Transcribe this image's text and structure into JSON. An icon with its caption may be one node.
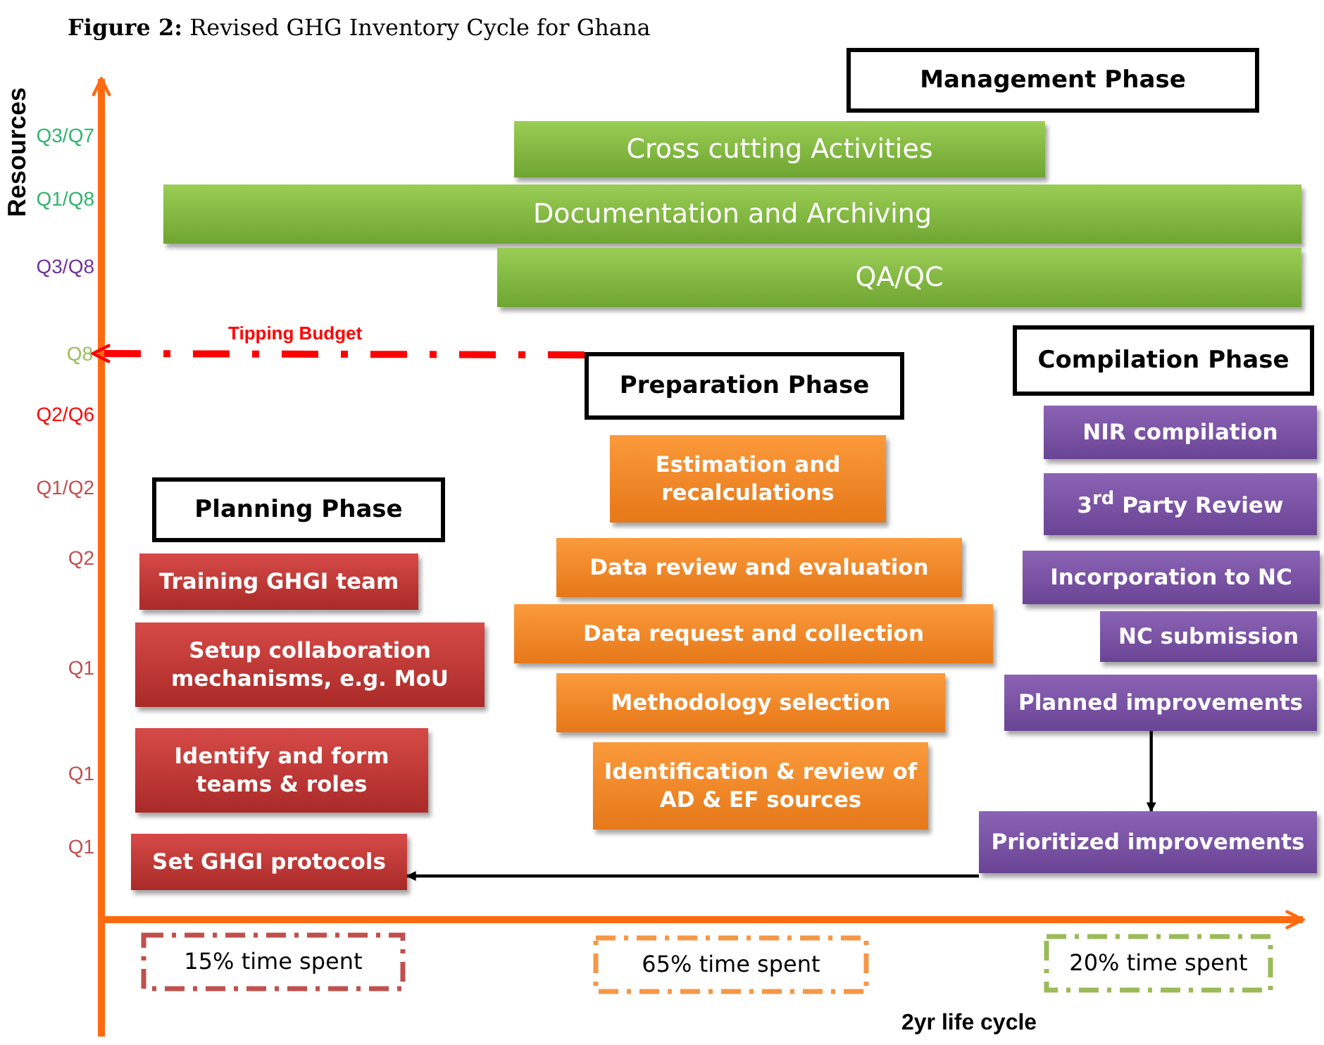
{
  "diagram": {
    "title": "**Figure 2:** Revised GHG Inventory Cycle for Ghana",
    "nodes": [
      {
        "text": [
          "Management Phase"
        ]
      },
      {
        "text": [
          "Cross cutting Activities"
        ]
      },
      {
        "text": [
          "Documentation and Archiving"
        ]
      },
      {
        "text": [
          "QA/QC"
        ]
      },
      {
        "text": [
          "Planning Phase"
        ]
      },
      {
        "text": [
          "Training GHGI team"
        ]
      },
      {
        "text": [
          "Setup collaboration mechanisms, e.g. MoU"
        ]
      },
      {
        "text": [
          "Identify and form teams & roles"
        ]
      },
      {
        "text": [
          "Set GHGI protocols"
        ]
      },
      {
        "text": [
          "Preparation Phase"
        ]
      },
      {
        "text": [
          "Estimation and recalculations"
        ]
      },
      {
        "text": [
          "Data review and evaluation"
        ]
      },
      {
        "text": [
          "Data request and collection"
        ]
      },
      {
        "text": [
          "Methodology selection"
        ]
      },
      {
        "text": [
          "Identification & review of AD & EF sources"
        ]
      },
      {
        "text": [
          "Compilation Phase"
        ]
      },
      {
        "text": [
          "NIR compilation"
        ]
      },
      {
        "text": [
          "3$^{rd}$ Party Review"
        ]
      },
      {
        "text": [
          "Incorporation to NC"
        ]
      },
      {
        "text": [
          "NC submission"
        ]
      },
      {
        "text": [
          "Planned improvements"
        ]
      },
      {
        "text": [
          "Prioritized improvements"
        ]
      },
      {
        "text": [
          "15% time spent"
        ]
      },
      {
        "text": [
          "65% time spent"
        ]
      },
      {
        "text": [
          "20% time spent"
        ]
      },
      {
        "text": [
          "Q8"
        ]
      }
    ],
    "edges": [
      {
        "from": 9,
        "to": 25,
        "arrow": "to",
        "label": "Tipping Budget",
        "style": "dashed",
        "color": "#ff0000"
      },
      {
        "from": 20,
        "to": 21,
        "arrow": "to"
      },
      {
        "from": 21,
        "to": 8,
        "arrow": "to"
      }
    ],
    "labels": [
      "Resources",
      "Q3/Q7",
      "Q1/Q8",
      "Q3/Q8",
      "Q2/Q6",
      "Q1/Q2",
      "Q2",
      "Q1",
      "Q1",
      "Q1",
      "2yr life cycle"
    ]
  }
}
